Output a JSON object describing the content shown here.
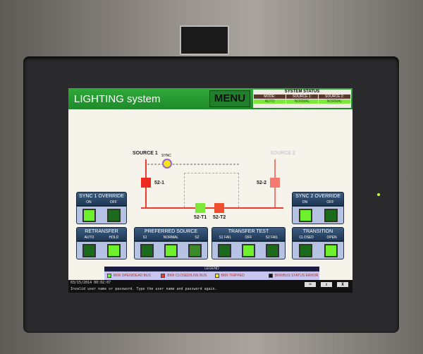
{
  "header": {
    "title": "LIGHTING system",
    "menu_label": "MENU"
  },
  "system_status": {
    "title": "SYSTEM STATUS",
    "columns": [
      "MODE:",
      "SOURCE 1:",
      "SOURCE 2:"
    ],
    "values": [
      "AUTO",
      "NORMAL",
      "NORMAL"
    ]
  },
  "diagram": {
    "source1": "SOURCE 1",
    "source2": "SOURCE 2",
    "sync": "SYNC",
    "breakers": {
      "b1": "52-1",
      "b2": "52-2",
      "t1": "52-T1",
      "t2": "52-T2"
    }
  },
  "panels": {
    "sync1": {
      "title": "SYNC 1 OVERRIDE",
      "options": [
        "ON",
        "OFF"
      ]
    },
    "sync2": {
      "title": "SYNC 2 OVERRIDE",
      "options": [
        "ON",
        "OFF"
      ]
    },
    "retransfer": {
      "title": "RETRANSFER",
      "options": [
        "AUTO",
        "HOLD"
      ]
    },
    "preferred": {
      "title": "PREFERRED SOURCE",
      "options": [
        "S1",
        "NORMAL",
        "S2"
      ]
    },
    "transfer_test": {
      "title": "TRANSFER TEST",
      "options": [
        "S1 FAIL",
        "OFF",
        "S2 FAIL"
      ]
    },
    "transition": {
      "title": "TRANSITION",
      "options": [
        "CLOSED",
        "OPEN"
      ]
    }
  },
  "legend": {
    "title": "LEGEND",
    "items": [
      "BKR OPEN/DEAD BUS",
      "BKR CLOSED/LIVE BUS",
      "BKR TRIPPED",
      "BKR/BUS STATUS ERROR"
    ]
  },
  "colors": {
    "open": "#6ef02c",
    "closed": "#ee3b30",
    "tripped": "#f5e61a",
    "error": "#111111"
  },
  "footer": {
    "timestamp": "03/15/2014 00:02:07",
    "message": "Invalid user name or password. Type the user name and password again.",
    "close": "X"
  }
}
